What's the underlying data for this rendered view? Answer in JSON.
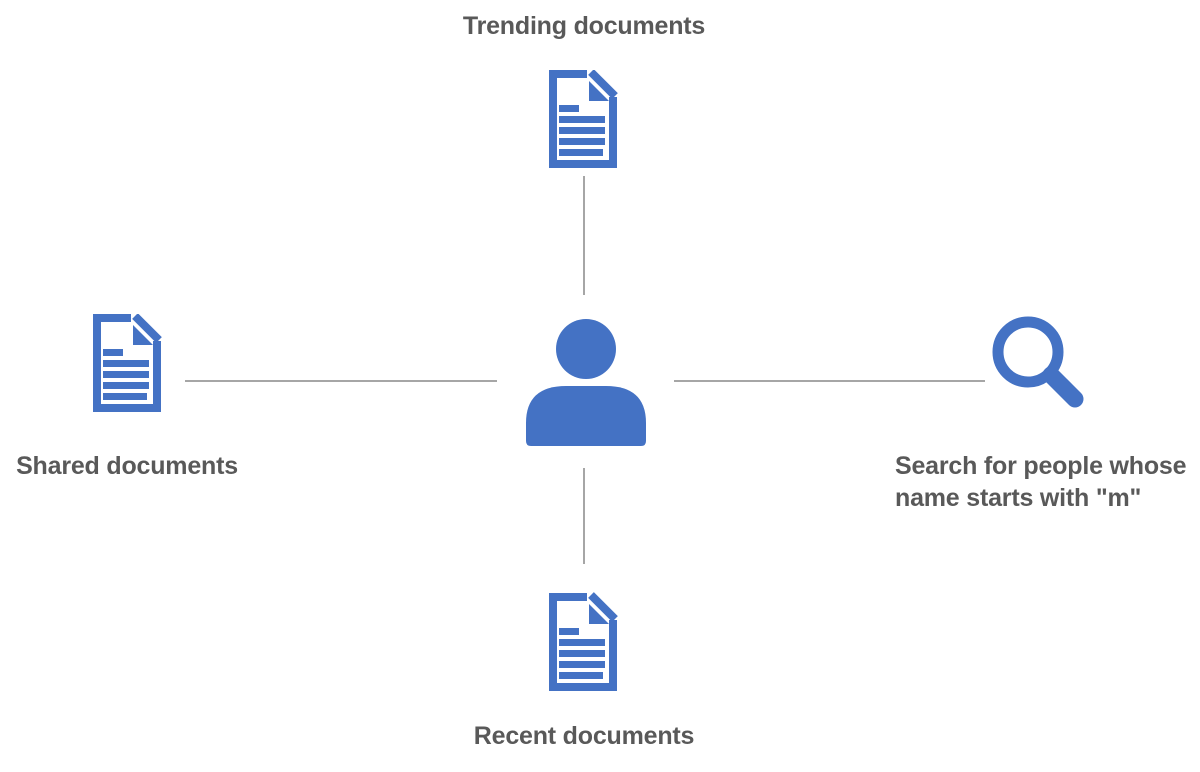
{
  "background": "#FFFFFF",
  "colors": {
    "icon_blue": "#4472C4",
    "label_gray": "#595959",
    "connector_gray": "#A6A6A6",
    "background": "#FFFFFF"
  },
  "nodes": {
    "center": {
      "icon": "person-icon"
    },
    "top": {
      "icon": "document-icon",
      "label": "Trending documents"
    },
    "left": {
      "icon": "document-icon",
      "label": "Shared documents"
    },
    "bottom": {
      "icon": "document-icon",
      "label": "Recent documents"
    },
    "right": {
      "icon": "search-icon",
      "label_lines": [
        "Search for people whose",
        "name starts with \"m\""
      ]
    }
  },
  "connectors": [
    "center-top",
    "center-left",
    "center-right",
    "center-bottom"
  ]
}
